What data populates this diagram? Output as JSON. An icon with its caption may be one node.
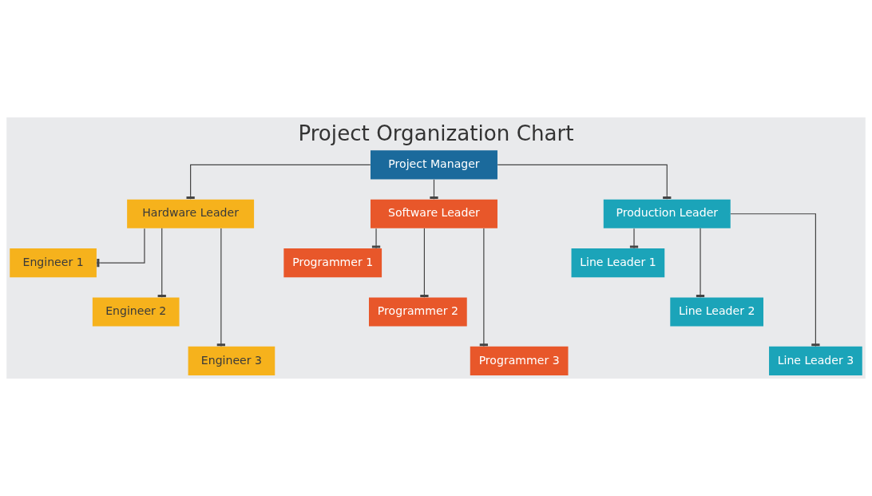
{
  "diagram": {
    "title": "Project Organization Chart",
    "nodes": [
      {
        "text": [
          "Project Manager"
        ]
      },
      {
        "text": [
          "Hardware Leader"
        ]
      },
      {
        "text": [
          "Software Leader"
        ]
      },
      {
        "text": [
          "Production Leader"
        ]
      },
      {
        "text": [
          "Engineer 1"
        ]
      },
      {
        "text": [
          "Engineer 2"
        ]
      },
      {
        "text": [
          "Engineer 3"
        ]
      },
      {
        "text": [
          "Programmer 1"
        ]
      },
      {
        "text": [
          "Programmer 2"
        ]
      },
      {
        "text": [
          "Programmer 3"
        ]
      },
      {
        "text": [
          "Line Leader 1"
        ]
      },
      {
        "text": [
          "Line Leader 2"
        ]
      },
      {
        "text": [
          "Line Leader 3"
        ]
      }
    ],
    "edges": [
      {
        "from": 0,
        "to": 1,
        "arrow": "other"
      },
      {
        "from": 0,
        "to": 2,
        "arrow": "other"
      },
      {
        "from": 0,
        "to": 3,
        "arrow": "other"
      },
      {
        "from": 1,
        "to": 4,
        "arrow": "other"
      },
      {
        "from": 1,
        "to": 5,
        "arrow": "other"
      },
      {
        "from": 1,
        "to": 6,
        "arrow": "other"
      },
      {
        "from": 2,
        "to": 7,
        "arrow": "other"
      },
      {
        "from": 2,
        "to": 8,
        "arrow": "other"
      },
      {
        "from": 2,
        "to": 9,
        "arrow": "other"
      },
      {
        "from": 3,
        "to": 10,
        "arrow": "other"
      },
      {
        "from": 3,
        "to": 11,
        "arrow": "other"
      },
      {
        "from": 3,
        "to": 12,
        "arrow": "other"
      }
    ]
  }
}
